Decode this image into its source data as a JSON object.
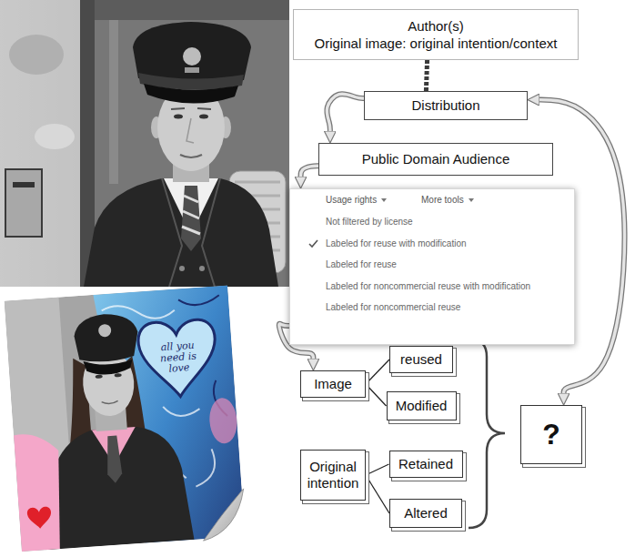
{
  "diagram": {
    "nodes": [
      {
        "text": [
          "Author(s)",
          "Original image: original intention/context"
        ]
      },
      {
        "text": [
          "Distribution"
        ]
      },
      {
        "text": [
          "Public Domain Audience"
        ]
      },
      {
        "text": [
          "Usage rights",
          "More tools",
          "Not filtered by license",
          "Labeled for reuse with modification",
          "Labeled for reuse",
          "Labeled for noncommercial reuse with modification",
          "Labeled for noncommercial reuse"
        ]
      },
      {
        "text": [
          "Image"
        ]
      },
      {
        "text": [
          "reused"
        ]
      },
      {
        "text": [
          "Modified"
        ]
      },
      {
        "text": [
          "Original intention"
        ]
      },
      {
        "text": [
          "Retained"
        ]
      },
      {
        "text": [
          "Altered"
        ]
      },
      {
        "text": [
          "?"
        ]
      }
    ],
    "edges": [
      {
        "from": 0,
        "to": 1,
        "arrow": "none"
      },
      {
        "from": 1,
        "to": 2,
        "arrow": "to"
      },
      {
        "from": 2,
        "to": 3,
        "arrow": "to"
      },
      {
        "from": 3,
        "to": 4,
        "arrow": "to"
      },
      {
        "from": 4,
        "to": 5,
        "arrow": "none"
      },
      {
        "from": 4,
        "to": 6,
        "arrow": "none"
      },
      {
        "from": 7,
        "to": 8,
        "arrow": "none"
      },
      {
        "from": 7,
        "to": 9,
        "arrow": "none"
      },
      {
        "from": 10,
        "to": 1,
        "arrow": "both"
      }
    ],
    "labels": [
      "all you need is love"
    ]
  }
}
